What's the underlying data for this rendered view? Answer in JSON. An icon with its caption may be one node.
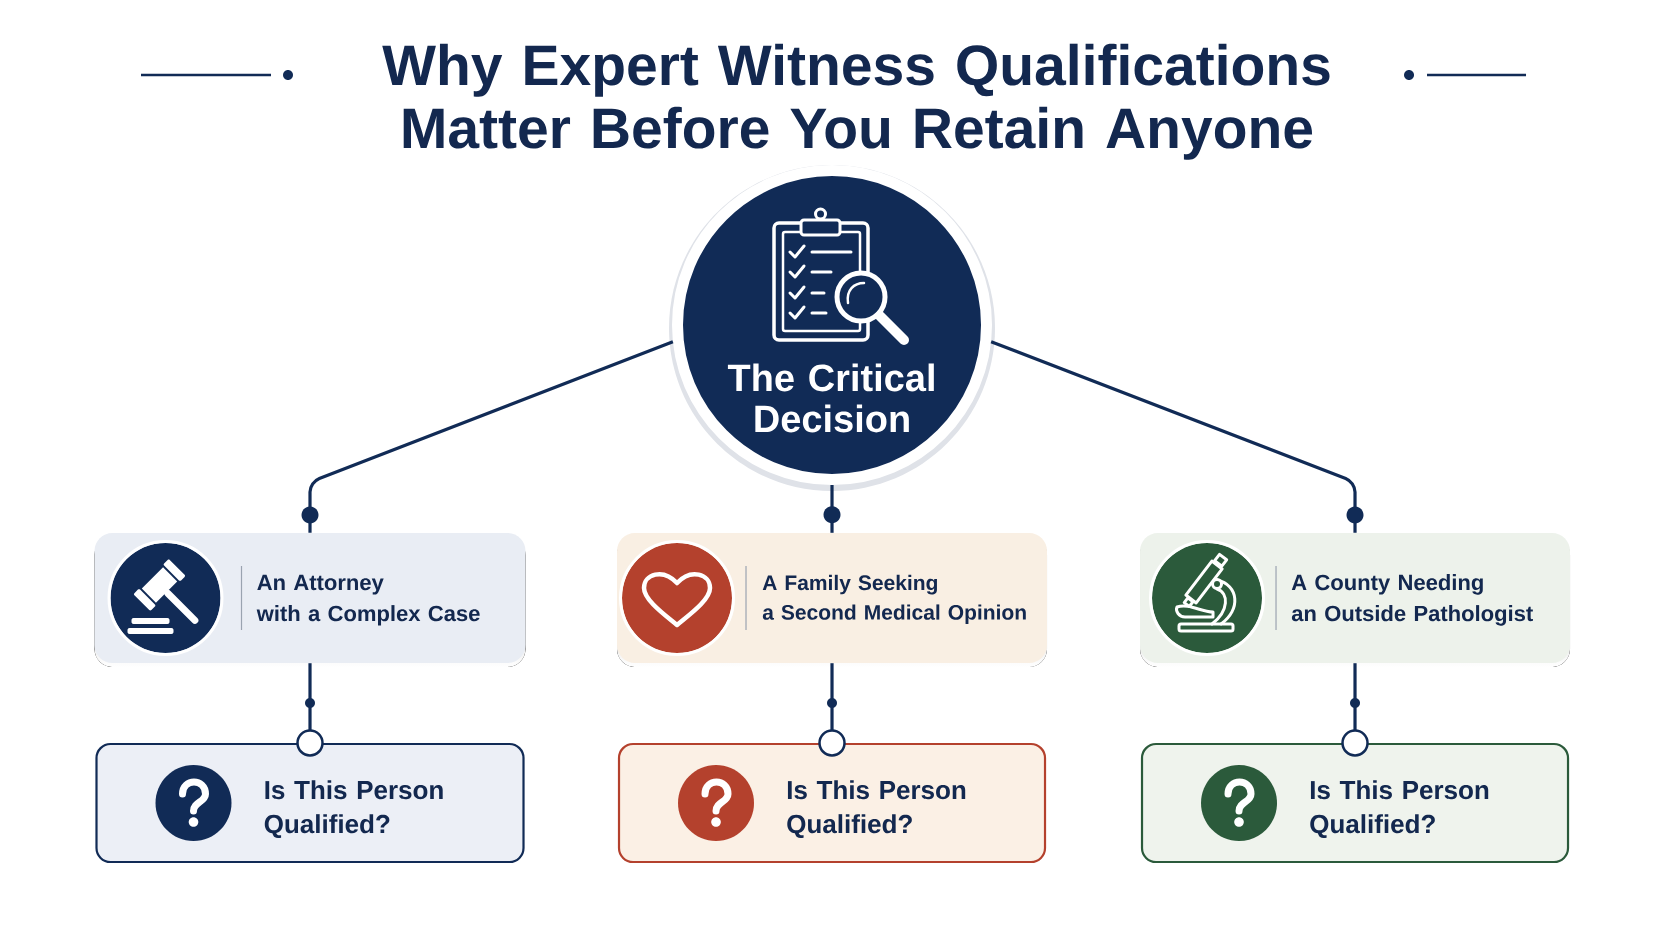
{
  "diagram": {
    "title": "Why Expert Witness Qualifications Matter Before You Retain Anyone",
    "nodes": [
      {
        "text": [
          "The Critical Decision"
        ]
      },
      {
        "text": [
          "An Attorney with a Complex Case"
        ]
      },
      {
        "text": [
          "A Family Seeking a Second Medical Opinion"
        ]
      },
      {
        "text": [
          "A County Needing an Outside Pathologist"
        ]
      },
      {
        "text": [
          "Is This Person Qualified?"
        ]
      },
      {
        "text": [
          "Is This Person Qualified?"
        ]
      },
      {
        "text": [
          "Is This Person Qualified?"
        ]
      }
    ],
    "edges": [
      {
        "from": 0,
        "to": 1,
        "arrow": "none"
      },
      {
        "from": 0,
        "to": 2,
        "arrow": "none"
      },
      {
        "from": 0,
        "to": 3,
        "arrow": "none"
      },
      {
        "from": 1,
        "to": 4,
        "arrow": "other"
      },
      {
        "from": 2,
        "to": 5,
        "arrow": "other"
      },
      {
        "from": 3,
        "to": 6,
        "arrow": "other"
      }
    ]
  }
}
